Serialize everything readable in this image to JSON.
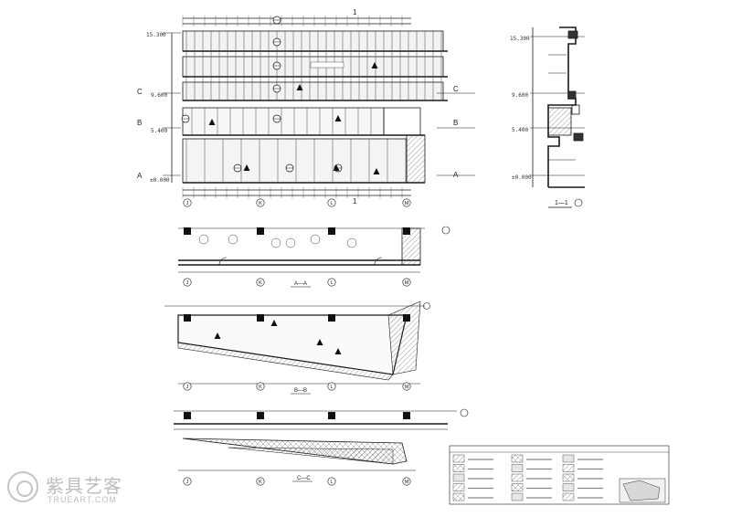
{
  "elevation": {
    "levels": [
      {
        "grid": "",
        "elev": "15.300"
      },
      {
        "grid": "C",
        "elev": "9.600"
      },
      {
        "grid": "B",
        "elev": "5.400"
      },
      {
        "grid": "A",
        "elev": "±0.000"
      }
    ],
    "grid_axes": [
      "J",
      "K",
      "L",
      "M"
    ],
    "mark": "1",
    "sign_text": "",
    "callout": ""
  },
  "section_1_1": {
    "title": "1—1",
    "levels": [
      "15.300",
      "9.600",
      "5.400",
      "±0.000"
    ]
  },
  "plan_a": {
    "title": "A—A",
    "axes": [
      "J",
      "K",
      "L",
      "M"
    ]
  },
  "plan_b": {
    "title": "B—B",
    "axes": [
      "J",
      "K",
      "L",
      "M"
    ]
  },
  "plan_c": {
    "title": "C—C",
    "axes": [
      "J",
      "K",
      "L",
      "M"
    ]
  },
  "watermark": {
    "cn": "紫具艺客",
    "en": "TRUEART.COM"
  },
  "colors": {
    "line": "#1a1a1a",
    "hatch": "#555555",
    "light": "#9a9a9a"
  }
}
